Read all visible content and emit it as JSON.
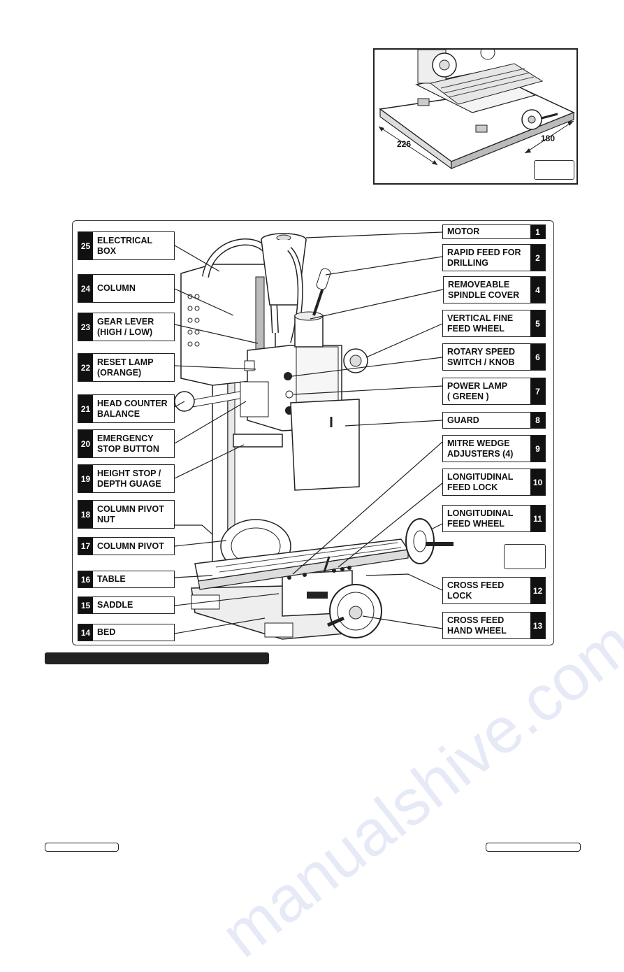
{
  "top_figure": {
    "dim_left": "226",
    "dim_right": "180"
  },
  "labels_left": [
    {
      "num": "25",
      "text": "ELECTRICAL\nBOX"
    },
    {
      "num": "24",
      "text": "COLUMN"
    },
    {
      "num": "23",
      "text": "GEAR LEVER\n(HIGH / LOW)"
    },
    {
      "num": "22",
      "text": "RESET LAMP\n(ORANGE)"
    },
    {
      "num": "21",
      "text": "HEAD COUNTER\nBALANCE"
    },
    {
      "num": "20",
      "text": "EMERGENCY\nSTOP BUTTON"
    },
    {
      "num": "19",
      "text": "HEIGHT STOP /\nDEPTH GUAGE"
    },
    {
      "num": "18",
      "text": "COLUMN PIVOT\nNUT"
    },
    {
      "num": "17",
      "text": "COLUMN PIVOT"
    },
    {
      "num": "16",
      "text": "TABLE"
    },
    {
      "num": "15",
      "text": "SADDLE"
    },
    {
      "num": "14",
      "text": "BED"
    }
  ],
  "labels_right": [
    {
      "num": "1",
      "text": "MOTOR"
    },
    {
      "num": "2",
      "text": "RAPID FEED FOR\nDRILLING"
    },
    {
      "num": "4",
      "text": "REMOVEABLE\nSPINDLE COVER"
    },
    {
      "num": "5",
      "text": "VERTICAL FINE\nFEED WHEEL"
    },
    {
      "num": "6",
      "text": "ROTARY SPEED\nSWITCH / KNOB"
    },
    {
      "num": "7",
      "text": "POWER LAMP\n( GREEN )"
    },
    {
      "num": "8",
      "text": "GUARD"
    },
    {
      "num": "9",
      "text": "MITRE WEDGE\nADJUSTERS (4)"
    },
    {
      "num": "10",
      "text": "LONGITUDINAL\nFEED LOCK"
    },
    {
      "num": "11",
      "text": "LONGITUDINAL\nFEED WHEEL"
    },
    {
      "num": "12",
      "text": "CROSS FEED\nLOCK"
    },
    {
      "num": "13",
      "text": "CROSS FEED\nHAND WHEEL"
    }
  ],
  "watermark": "manualshive.com"
}
